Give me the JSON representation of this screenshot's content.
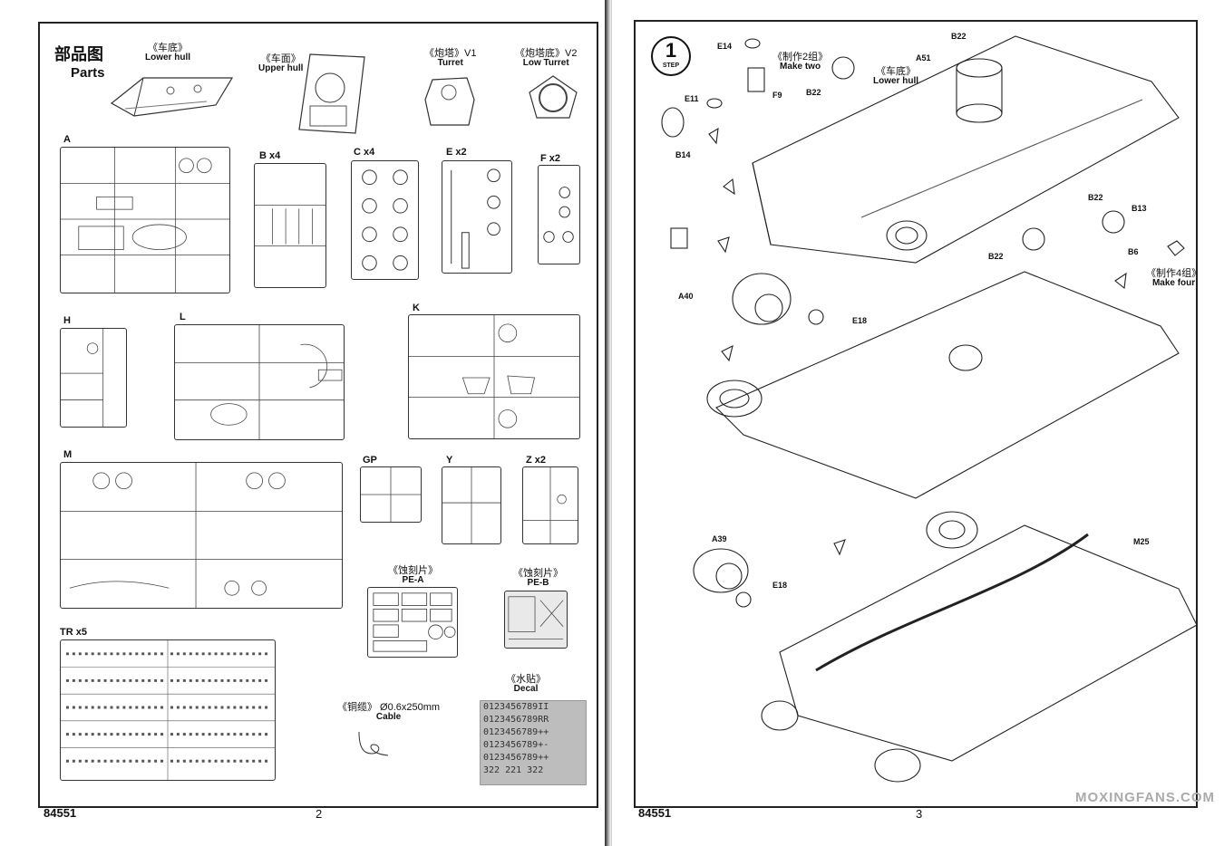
{
  "left_page": {
    "title_cn": "部品图",
    "title_en": "Parts",
    "parts_labels": [
      {
        "cn": "《车底》",
        "en": "Lower hull"
      },
      {
        "cn": "《车面》",
        "en": "Upper hull"
      },
      {
        "cn": "《炮塔》V1",
        "en": "Turret"
      },
      {
        "cn": "《炮塔底》V2",
        "en": "Low Turret"
      }
    ],
    "sprues": {
      "A": "A",
      "B": "B x4",
      "C": "C x4",
      "E": "E x2",
      "F": "F x2",
      "H": "H",
      "L": "L",
      "K": "K",
      "M": "M",
      "GP": "GP",
      "Y": "Y",
      "Z": "Z x2",
      "TR": "TR x5"
    },
    "pe_a": {
      "cn": "《蚀刻片》",
      "en": "PE-A"
    },
    "pe_b": {
      "cn": "《蚀刻片》",
      "en": "PE-B"
    },
    "decal": {
      "cn": "《水贴》",
      "en": "Decal",
      "rows": [
        "0123456789II",
        "0123456789RR",
        "0123456789++",
        "0123456789+-",
        "0123456789++",
        "322 221 322"
      ]
    },
    "cable": {
      "cn": "《铜缆》 Ø0.6x250mm",
      "en": "Cable"
    },
    "code": "84551",
    "page": "2"
  },
  "right_page": {
    "step_number": "1",
    "step_label": "STEP",
    "callouts": {
      "E14": "E14",
      "F9": "F9",
      "E11": "E11",
      "B14": "B14",
      "B22a": "B22",
      "B22b": "B22",
      "B22c": "B22",
      "B22d": "B22",
      "A51": "A51",
      "B13": "B13",
      "B6": "B6",
      "A40": "A40",
      "E18a": "E18",
      "A39": "A39",
      "E18b": "E18",
      "M25": "M25"
    },
    "make_two": {
      "cn": "《制作2组》",
      "en": "Make two"
    },
    "lower_hull": {
      "cn": "《车底》",
      "en": "Lower hull"
    },
    "make_four": {
      "cn": "《制作4组》",
      "en": "Make four"
    },
    "code": "84551",
    "page": "3",
    "watermark": "MOXINGFANS.COM"
  }
}
